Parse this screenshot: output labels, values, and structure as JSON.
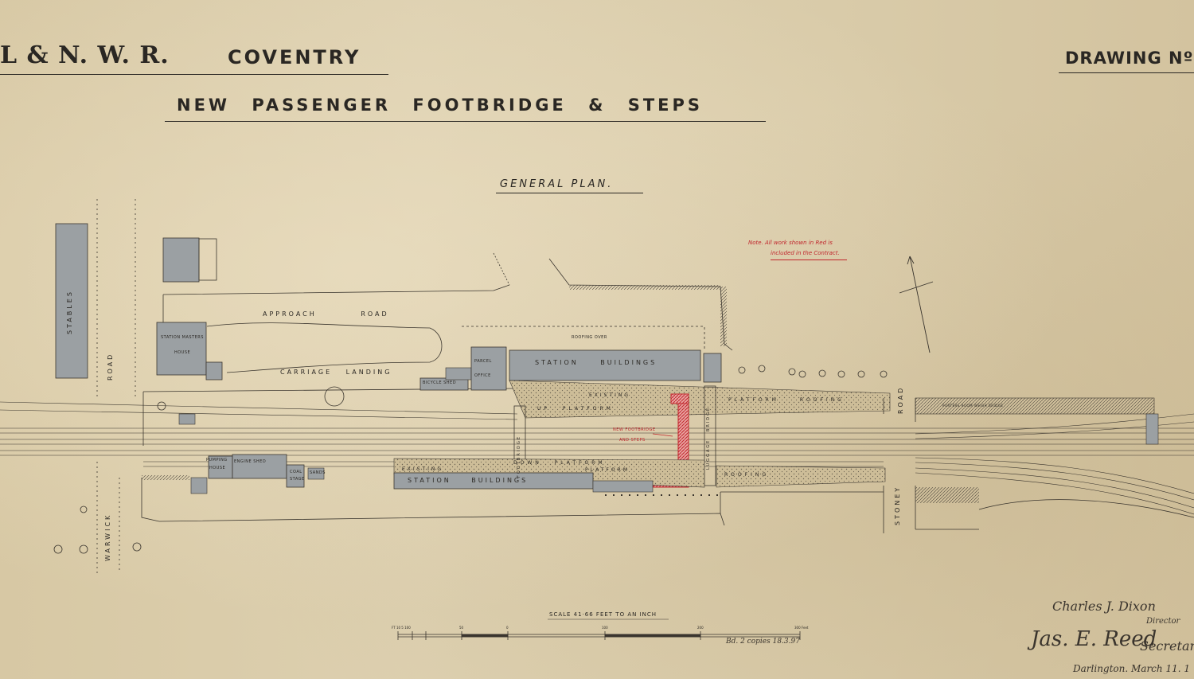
{
  "header": {
    "company": "L & N. W. R.",
    "station": "COVENTRY",
    "drawing_no": "DRAWING Nº",
    "title": "NEW PASSENGER FOOTBRIDGE & STEPS",
    "subtitle": "GENERAL PLAN."
  },
  "note": {
    "line1": "Note. All work shown in Red is",
    "line2": "included in the Contract."
  },
  "labels": {
    "stables": "STABLES",
    "warwick_road_upper": "ROAD",
    "warwick_road_lower": "WARWICK",
    "station_masters_1": "STATION MASTERS",
    "station_masters_2": "HOUSE",
    "approach_road": "APPROACH ROAD",
    "carriage_landing": "CARRIAGE LANDING",
    "bicycle_shed": "BICYCLE SHED",
    "parcel_office_1": "PARCEL",
    "parcel_office_2": "OFFICE",
    "roofing_over": "ROOFING OVER",
    "station_buildings_up": "STATION BUILDINGS",
    "existing": "EXISTING",
    "up_platform": "UP PLATFORM",
    "platform_roofing_up": "PLATFORM ROOFING",
    "footbridge_vertical": "FOOTBRIDGE",
    "luggage_bridge": "LUGGAGE BRIDGE",
    "new_footbridge_1": "NEW FOOTBRIDGE",
    "new_footbridge_2": "AND STEPS",
    "pumping_house_1": "PUMPING",
    "pumping_house_2": "HOUSE",
    "engine_shed": "ENGINE SHED",
    "coal_stage_1": "COAL",
    "coal_stage_2": "STAGE",
    "sands": "SANDS",
    "existing_down": "EXISTING",
    "down_platform": "DOWN PLATFORM",
    "platform_down": "PLATFORM",
    "station_buildings_down": "STATION BUILDINGS",
    "roofing_down": "ROOFING",
    "stoney_road_upper": "ROAD",
    "stoney_road_lower": "STONEY",
    "right_building": "PORTERS ROOM WEIGH BRIDGE"
  },
  "scale": {
    "title": "SCALE 41·66 FEET TO AN INCH",
    "ft_label": "FT 10 5 100",
    "ticks": [
      "50",
      "0",
      "100",
      "200",
      "300 Feet"
    ],
    "copies": "Bd. 2 copies 18.3.97"
  },
  "signatures": {
    "director_name": "Charles J. Dixon",
    "director_title": "Director",
    "secretary_name": "Jas. E. Reed",
    "secretary_title": "Secretary",
    "place_date": "Darlington. March 11. 1"
  },
  "colors": {
    "paper": "#d8c9a6",
    "ink": "#2b2824",
    "building_grey": "#9ba0a3",
    "red_work": "#c0262c"
  }
}
